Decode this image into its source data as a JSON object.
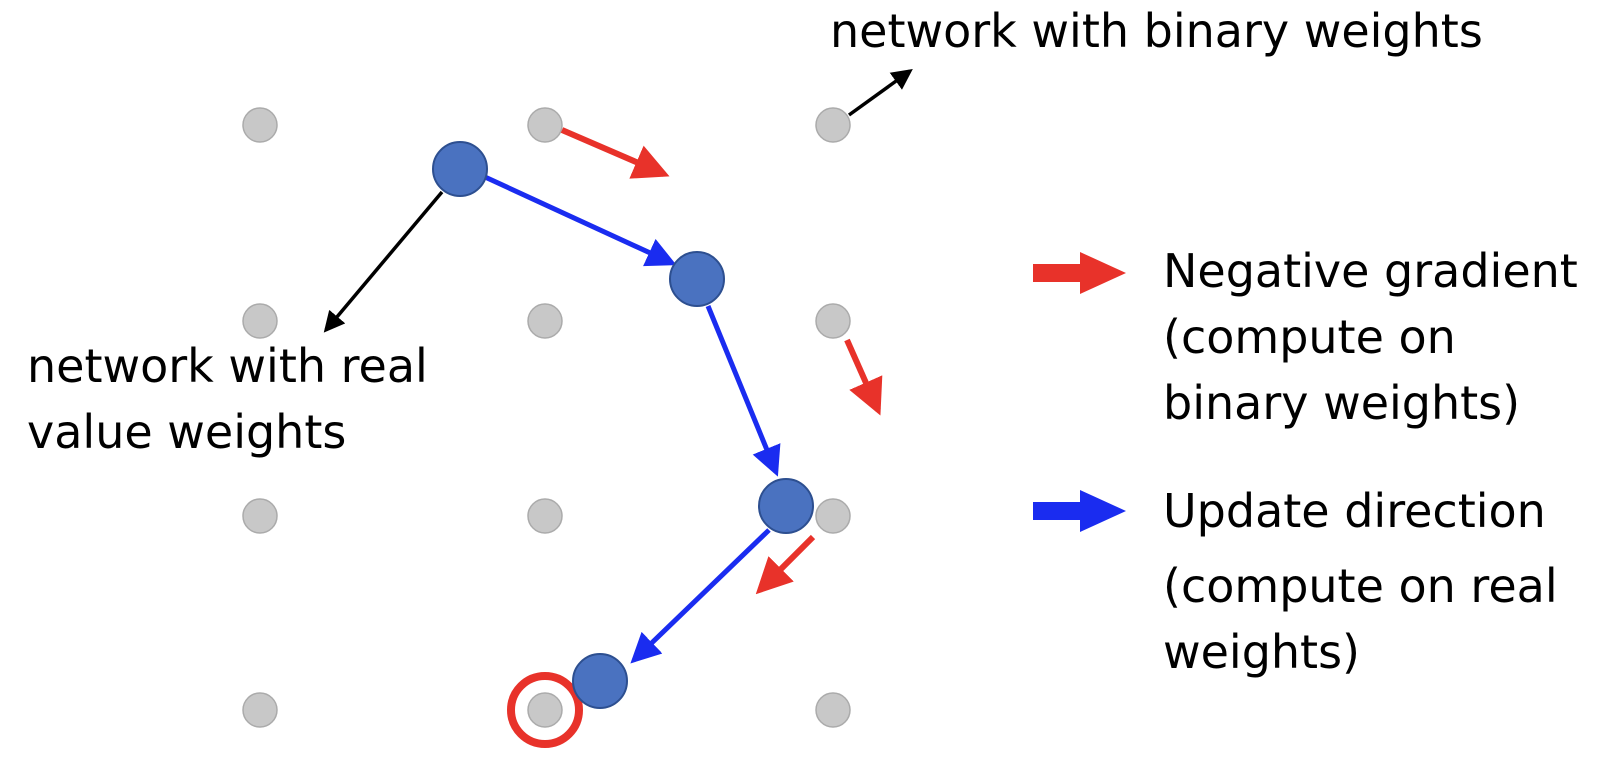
{
  "colors": {
    "binary_node": "#c8c8c8",
    "binary_node_stroke": "#ababab",
    "real_node": "#4a72c0",
    "real_node_stroke": "#2d4f90",
    "negative_gradient": "#e8322a",
    "update_direction": "#1a2cf0",
    "pointer_arrow": "#000000",
    "highlight_ring": "#e8322a"
  },
  "labels": {
    "binary_weights": "network with binary weights",
    "real_weights_line1": "network with real",
    "real_weights_line2": "value weights"
  },
  "legend": {
    "negative_gradient_line1": "Negative gradient",
    "negative_gradient_line2": "(compute on",
    "negative_gradient_line3": "binary weights)",
    "update_direction_line1": "Update direction",
    "update_direction_line2": "(compute on real",
    "update_direction_line3": "weights)"
  }
}
